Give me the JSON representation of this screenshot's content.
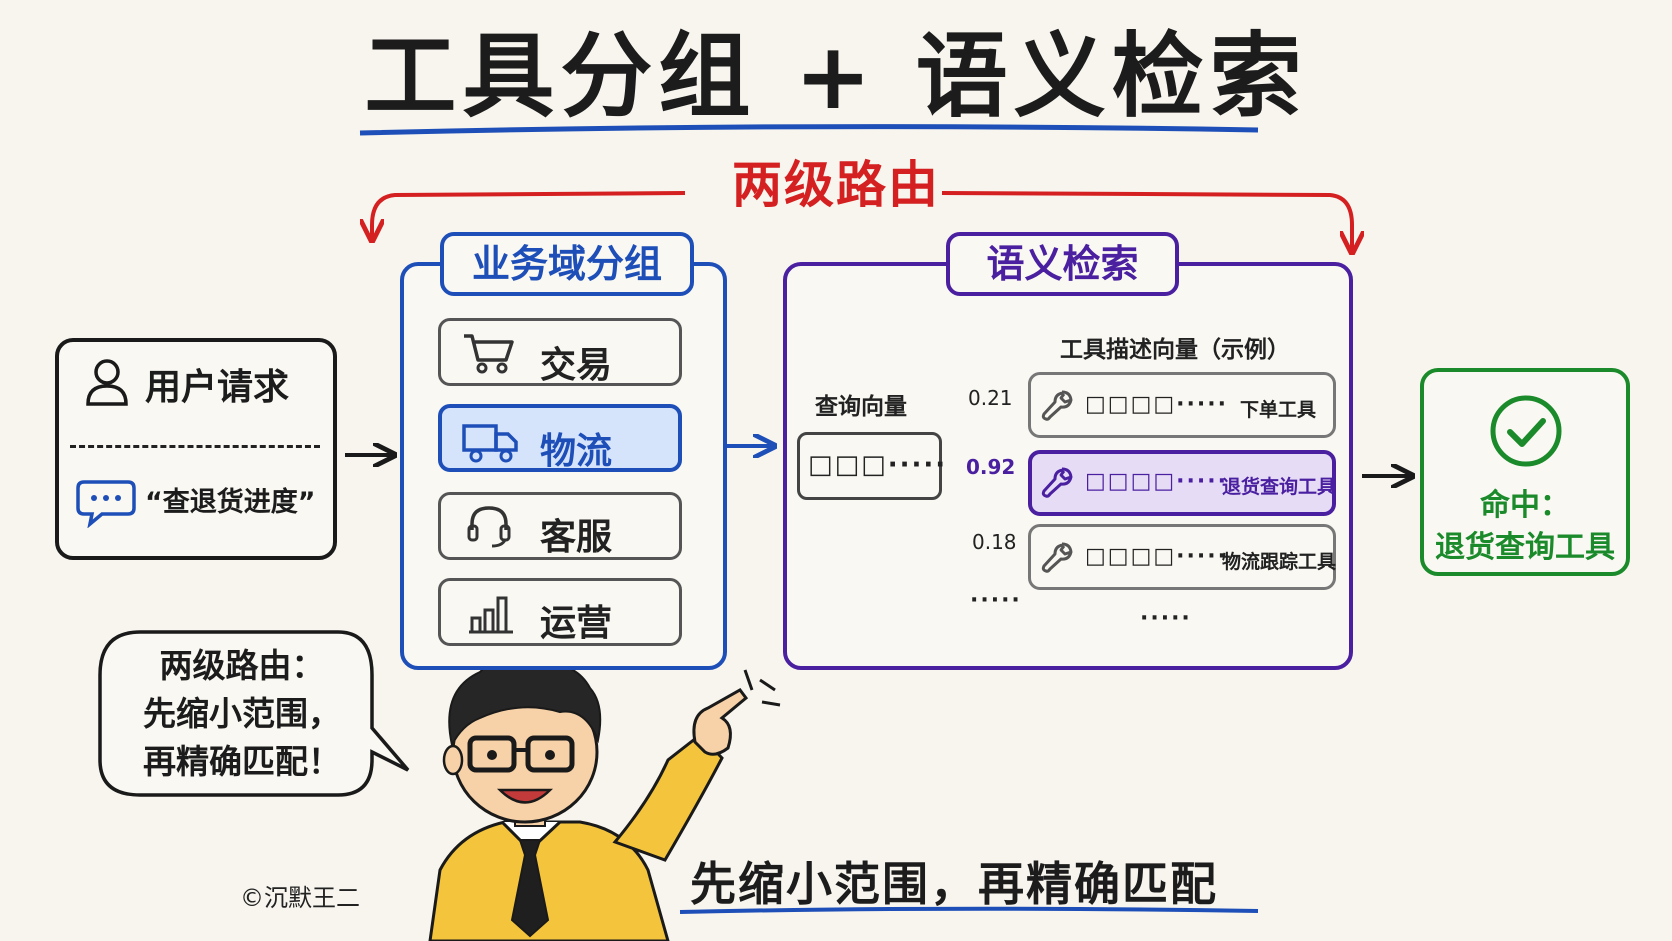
{
  "title": "工具分组 + 语义检索",
  "route_label": "两级路由",
  "user_box": {
    "title": "用户请求",
    "quote": "“查退货进度”"
  },
  "group_box": {
    "title": "业务域分组",
    "items": [
      {
        "label": "交易",
        "icon": "cart-icon",
        "active": false
      },
      {
        "label": "物流",
        "icon": "truck-icon",
        "active": true
      },
      {
        "label": "客服",
        "icon": "headset-icon",
        "active": false
      },
      {
        "label": "运营",
        "icon": "bar-chart-icon",
        "active": false
      }
    ]
  },
  "semantic_box": {
    "title": "语义检索",
    "query_label": "查询向量",
    "query_squares": "□□□·····",
    "tools_header": "工具描述向量（示例）",
    "tools": [
      {
        "score": "0.21",
        "squares": "□□□□·····",
        "name": "下单工具",
        "hit": false
      },
      {
        "score": "0.92",
        "squares": "□□□□·····",
        "name": "退货查询工具",
        "hit": true
      },
      {
        "score": "0.18",
        "squares": "□□□□·····",
        "name": "物流跟踪工具",
        "hit": false
      }
    ],
    "more_left": "·····",
    "more_right": "·····"
  },
  "result": {
    "line1": "命中：",
    "line2": "退货查询工具"
  },
  "speech_bubble": {
    "line1": "两级路由：",
    "line2": "先缩小范围，",
    "line3": "再精确匹配！"
  },
  "footer": "先缩小范围，再精确匹配",
  "credit": "©沉默王二",
  "colors": {
    "red": "#d42020",
    "blue": "#1e4fb8",
    "purple": "#4a20a0",
    "green": "#1a8a2a",
    "highlight_blue": "#d6e4fb",
    "highlight_purple": "#e6dcf6"
  }
}
